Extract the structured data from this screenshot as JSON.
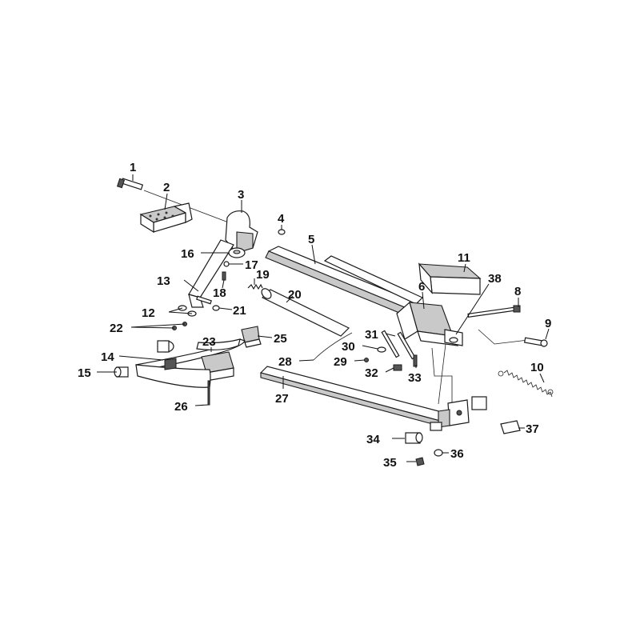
{
  "diagram": {
    "callouts": [
      {
        "id": "c1",
        "text": "1"
      },
      {
        "id": "c2",
        "text": "2"
      },
      {
        "id": "c3",
        "text": "3"
      },
      {
        "id": "c4",
        "text": "4"
      },
      {
        "id": "c5",
        "text": "5"
      },
      {
        "id": "c6",
        "text": "6"
      },
      {
        "id": "c8",
        "text": "8"
      },
      {
        "id": "c9",
        "text": "9"
      },
      {
        "id": "c10",
        "text": "10"
      },
      {
        "id": "c11",
        "text": "11"
      },
      {
        "id": "c12",
        "text": "12"
      },
      {
        "id": "c13",
        "text": "13"
      },
      {
        "id": "c14",
        "text": "14"
      },
      {
        "id": "c15",
        "text": "15"
      },
      {
        "id": "c16",
        "text": "16"
      },
      {
        "id": "c17",
        "text": "17"
      },
      {
        "id": "c18",
        "text": "18"
      },
      {
        "id": "c19",
        "text": "19"
      },
      {
        "id": "c20",
        "text": "20"
      },
      {
        "id": "c21",
        "text": "21"
      },
      {
        "id": "c22",
        "text": "22"
      },
      {
        "id": "c23",
        "text": "23"
      },
      {
        "id": "c25",
        "text": "25"
      },
      {
        "id": "c26",
        "text": "26"
      },
      {
        "id": "c27",
        "text": "27"
      },
      {
        "id": "c28",
        "text": "28"
      },
      {
        "id": "c29",
        "text": "29"
      },
      {
        "id": "c30",
        "text": "30"
      },
      {
        "id": "c31",
        "text": "31"
      },
      {
        "id": "c32",
        "text": "32"
      },
      {
        "id": "c33",
        "text": "33"
      },
      {
        "id": "c34",
        "text": "34"
      },
      {
        "id": "c35",
        "text": "35"
      },
      {
        "id": "c36",
        "text": "36"
      },
      {
        "id": "c37",
        "text": "37"
      },
      {
        "id": "c38",
        "text": "38"
      }
    ]
  }
}
